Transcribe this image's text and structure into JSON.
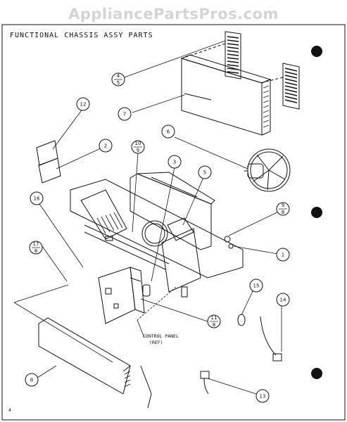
{
  "watermark": "AppliancePartsPros.com",
  "title": "FUNCTIONAL CHASSIS ASSY PARTS",
  "callouts": [
    {
      "id": "c1",
      "text": "1"
    },
    {
      "id": "c2",
      "text": "2"
    },
    {
      "id": "c3",
      "text": "3"
    },
    {
      "id": "c4",
      "num": "4",
      "den": "5"
    },
    {
      "id": "c5",
      "text": "5"
    },
    {
      "id": "c6",
      "text": "6"
    },
    {
      "id": "c7",
      "text": "7"
    },
    {
      "id": "c8",
      "text": "8"
    },
    {
      "id": "c9",
      "num": "9",
      "den": "8"
    },
    {
      "id": "c10",
      "num": "10",
      "den": "9"
    },
    {
      "id": "c11",
      "num": "11",
      "den": "8"
    },
    {
      "id": "c12",
      "text": "12"
    },
    {
      "id": "c13",
      "text": "13"
    },
    {
      "id": "c14",
      "text": "14"
    },
    {
      "id": "c15",
      "text": "15"
    },
    {
      "id": "c16",
      "text": "16"
    },
    {
      "id": "c17",
      "num": "17",
      "den": "8"
    }
  ],
  "control_panel_label": [
    "CONTROL PANEL",
    "(REF)"
  ],
  "footnote": "4"
}
